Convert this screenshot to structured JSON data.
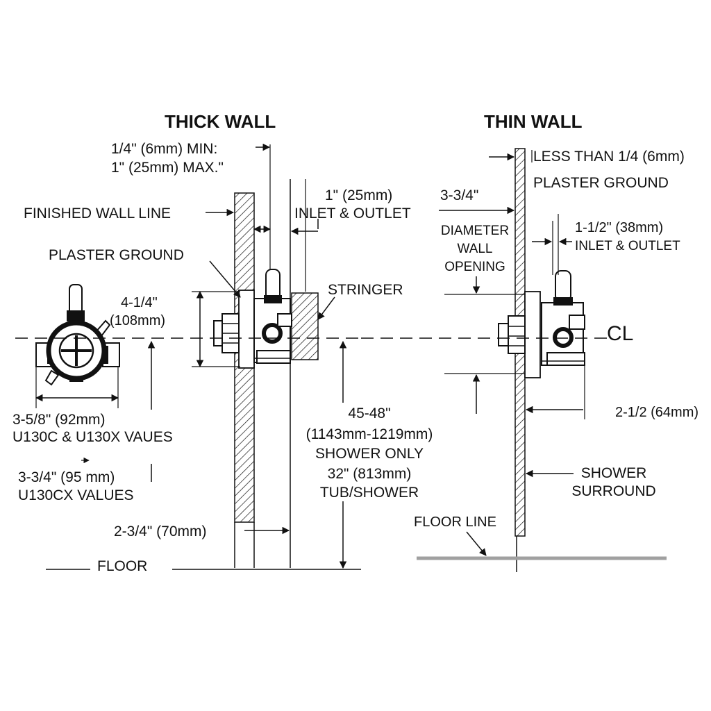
{
  "thick_wall": {
    "title": "THICK WALL",
    "plaster_offset_line1": "1/4\" (6mm) MIN:",
    "plaster_offset_line2": "1\" (25mm) MAX.\"",
    "finished_wall_line": "FINISHED WALL LINE",
    "inlet_outlet_line1": "1\" (25mm)",
    "inlet_outlet_line2": "INLET & OUTLET",
    "plaster_ground": "PLASTER GROUND",
    "stringer": "STRINGER",
    "height_line1": "4-1/4\"",
    "height_line2": "(108mm)",
    "width_u130c": "3-5/8\" (92mm)",
    "u130c_values": "U130C & U130X VAUES",
    "width_u130cx": "3-3/4\" (95 mm)",
    "u130cx_values": "U130CX VALUES",
    "install_height_1": "45-48\"",
    "install_height_2": "(1143mm-1219mm)",
    "install_height_3": "SHOWER ONLY",
    "install_height_4": "32\" (813mm)",
    "install_height_5": "TUB/SHOWER",
    "stud_depth": "2-3/4\" (70mm)",
    "floor": "FLOOR"
  },
  "thin_wall": {
    "title": "THIN WALL",
    "less_than": "LESS THAN 1/4 (6mm)",
    "plaster_ground": "PLASTER GROUND",
    "opening_1": "3-3/4\"",
    "opening_2": "DIAMETER",
    "opening_3": "WALL",
    "opening_4": "OPENING",
    "inlet_outlet_line1": "1-1/2\" (38mm)",
    "inlet_outlet_line2": "INLET & OUTLET",
    "centerline": "CL",
    "depth": "2-1/2 (64mm)",
    "surround_1": "SHOWER",
    "surround_2": "SURROUND",
    "floor_line": "FLOOR LINE"
  }
}
